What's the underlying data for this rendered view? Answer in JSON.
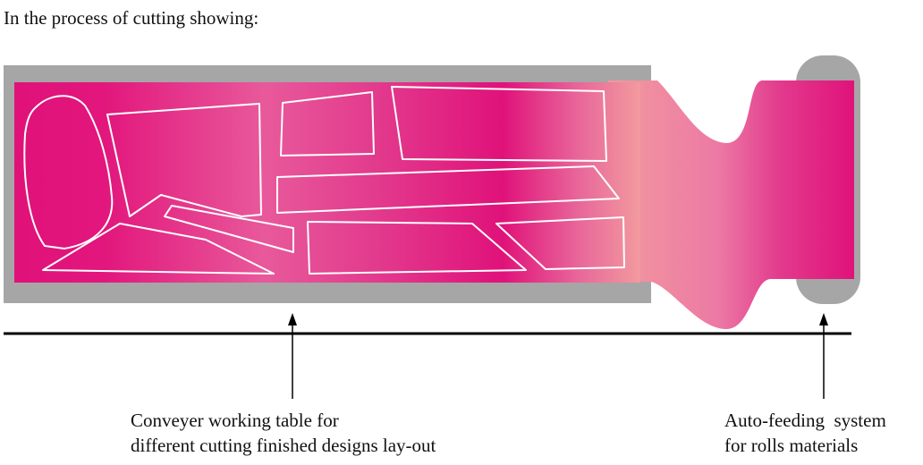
{
  "heading": "In the process of cutting showing:",
  "labels": {
    "table": {
      "line1": "Conveyer working table for",
      "line2": "different cutting finished designs lay-out"
    },
    "feeder": {
      "line1": "Auto-feeding  system",
      "line2": "for rolls materials"
    }
  },
  "colors": {
    "material": "#e0127a",
    "material_light": "#f29a9e",
    "table": "#a6a6a6",
    "outline": "#ffffff",
    "line": "#000000"
  }
}
